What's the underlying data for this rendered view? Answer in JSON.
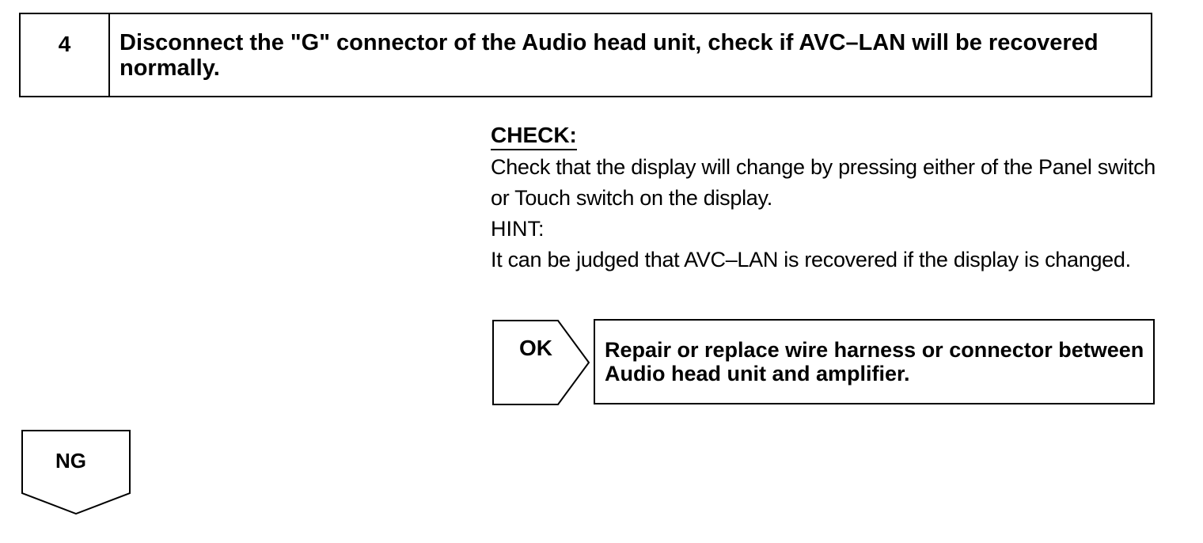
{
  "step": {
    "number": "4",
    "title": "Disconnect the \"G\" connector of the Audio head unit, check if AVC–LAN will be recovered normally."
  },
  "check": {
    "heading": "CHECK:",
    "body": "Check that the display will change by pressing either of the Panel switch or Touch switch on the display.",
    "hint_label": "HINT:",
    "hint_body": "It can be judged that AVC–LAN is recovered if the display is changed."
  },
  "ok_branch": {
    "label": "OK",
    "action": "Repair or replace wire harness or connector between Audio head unit and amplifier."
  },
  "ng_branch": {
    "label": "NG"
  }
}
